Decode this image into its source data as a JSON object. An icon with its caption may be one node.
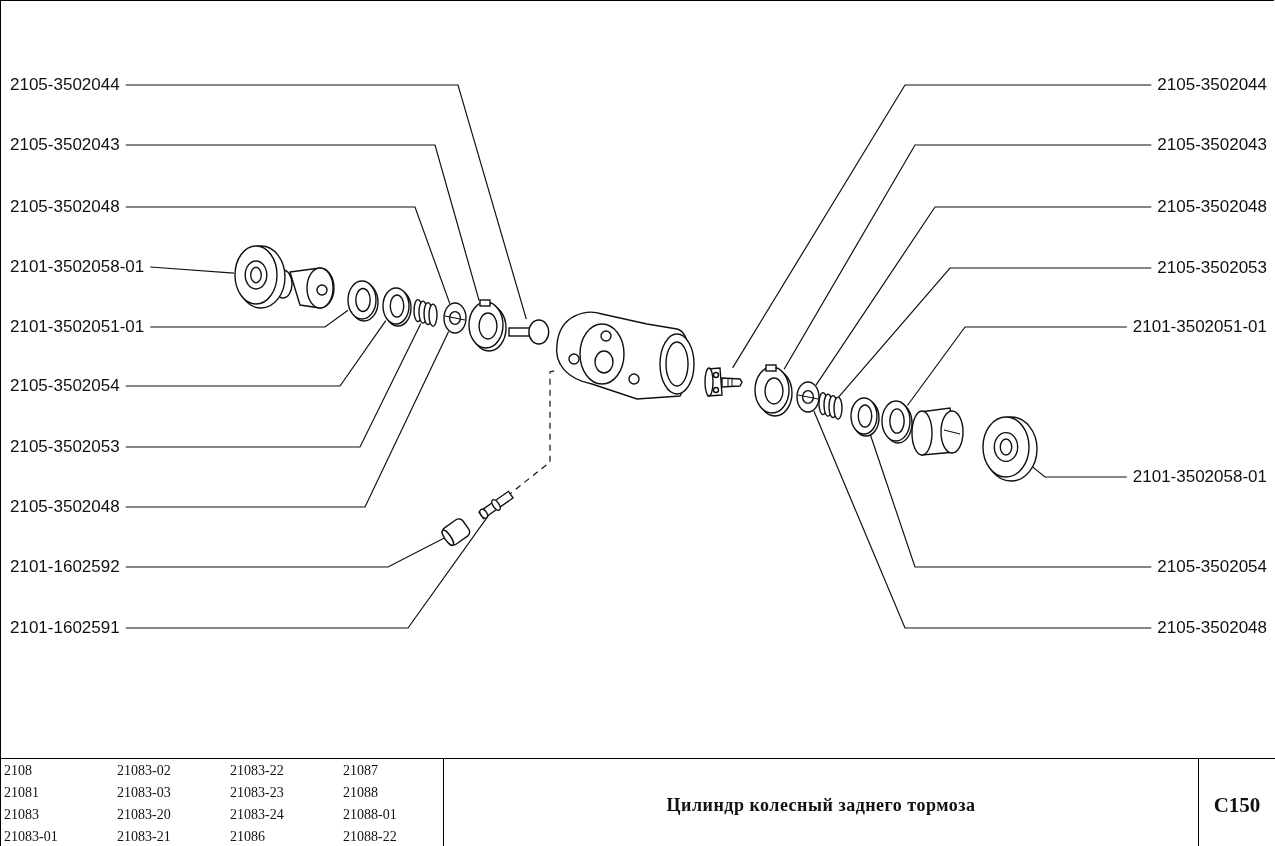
{
  "diagram": {
    "title": "Цилиндр колесный заднего тормоза",
    "nodes": [
      {
        "text": [
          "2105-3502044"
        ]
      },
      {
        "text": [
          "2105-3502043"
        ]
      },
      {
        "text": [
          "2105-3502048"
        ]
      },
      {
        "text": [
          "2101-3502058-01"
        ]
      },
      {
        "text": [
          "2101-3502051-01"
        ]
      },
      {
        "text": [
          "2105-3502054"
        ]
      },
      {
        "text": [
          "2105-3502053"
        ]
      },
      {
        "text": [
          "2105-3502048"
        ]
      },
      {
        "text": [
          "2101-1602592"
        ]
      },
      {
        "text": [
          "2101-1602591"
        ]
      },
      {
        "text": [
          "2105-3502044"
        ]
      },
      {
        "text": [
          "2105-3502043"
        ]
      },
      {
        "text": [
          "2105-3502048"
        ]
      },
      {
        "text": [
          "2105-3502053"
        ]
      },
      {
        "text": [
          "2101-3502051-01"
        ]
      },
      {
        "text": [
          "2101-3502058-01"
        ]
      },
      {
        "text": [
          "2105-3502054"
        ]
      },
      {
        "text": [
          "2105-3502048"
        ]
      },
      {
        "text": [],
        "shape": "picture"
      },
      {
        "text": [],
        "shape": "picture"
      },
      {
        "text": [],
        "shape": "picture"
      },
      {
        "text": [],
        "shape": "picture"
      },
      {
        "text": [],
        "shape": "picture"
      },
      {
        "text": [],
        "shape": "picture"
      },
      {
        "text": [],
        "shape": "picture"
      },
      {
        "text": [],
        "shape": "picture"
      },
      {
        "text": [],
        "shape": "picture"
      },
      {
        "text": [],
        "shape": "picture"
      },
      {
        "text": [],
        "shape": "picture"
      },
      {
        "text": [],
        "shape": "picture"
      },
      {
        "text": [],
        "shape": "picture"
      },
      {
        "text": [],
        "shape": "picture"
      },
      {
        "text": [],
        "shape": "picture"
      },
      {
        "text": [],
        "shape": "picture"
      },
      {
        "text": [],
        "shape": "picture"
      }
    ],
    "edges": [
      {
        "from": 0,
        "to": 24,
        "arrow": "none"
      },
      {
        "from": 1,
        "to": 23,
        "arrow": "none"
      },
      {
        "from": 2,
        "to": 22,
        "arrow": "none"
      },
      {
        "from": 3,
        "to": 18,
        "arrow": "none"
      },
      {
        "from": 4,
        "to": 19,
        "arrow": "none"
      },
      {
        "from": 5,
        "to": 20,
        "arrow": "none"
      },
      {
        "from": 6,
        "to": 21,
        "arrow": "none"
      },
      {
        "from": 7,
        "to": 22,
        "arrow": "none"
      },
      {
        "from": 8,
        "to": 25,
        "arrow": "none"
      },
      {
        "from": 9,
        "to": 26,
        "arrow": "none"
      },
      {
        "from": 10,
        "to": 28,
        "arrow": "none"
      },
      {
        "from": 11,
        "to": 29,
        "arrow": "none"
      },
      {
        "from": 12,
        "to": 30,
        "arrow": "none"
      },
      {
        "from": 13,
        "to": 31,
        "arrow": "none"
      },
      {
        "from": 14,
        "to": 33,
        "arrow": "none"
      },
      {
        "from": 15,
        "to": 34,
        "arrow": "none"
      },
      {
        "from": 16,
        "to": 32,
        "arrow": "none"
      },
      {
        "from": 17,
        "to": 30,
        "arrow": "none"
      },
      {
        "from": 26,
        "to": 27,
        "arrow": "none",
        "style": "dashed"
      }
    ],
    "labels": [
      "2108",
      "21083-02",
      "21083-22",
      "21087",
      "21081",
      "21083-03",
      "21083-23",
      "21088",
      "21083",
      "21083-20",
      "21083-24",
      "21088-01",
      "21083-01",
      "21083-21",
      "21086",
      "21088-22",
      "C150"
    ]
  }
}
